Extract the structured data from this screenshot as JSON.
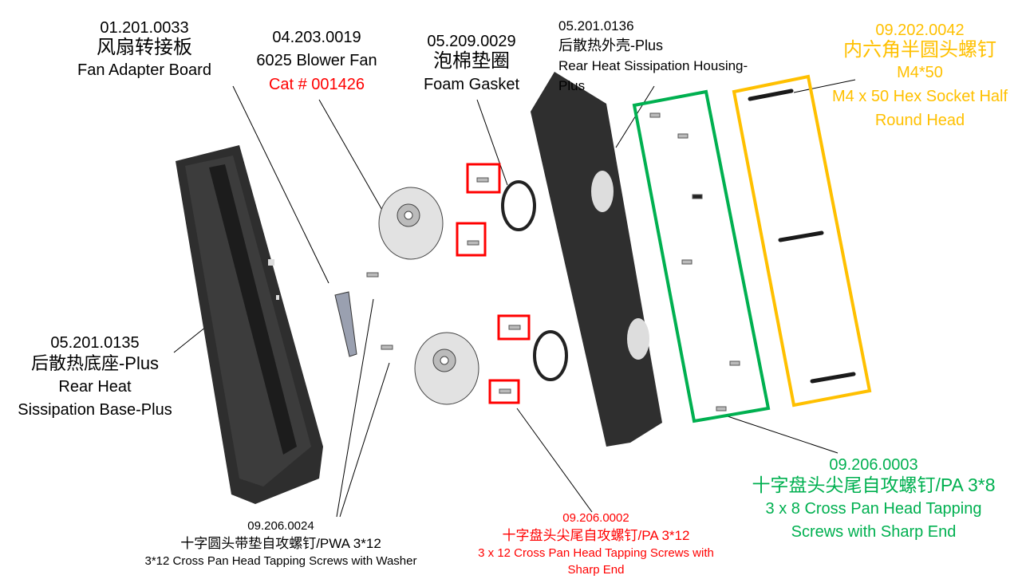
{
  "colors": {
    "red": "#FF0000",
    "orange": "#FFC000",
    "green": "#00B050",
    "part": "#2b2b2b"
  },
  "labels": {
    "fan_adapter_board": {
      "code": "01.201.0033",
      "cn": "风扇转接板",
      "en": "Fan Adapter Board"
    },
    "blower_fan": {
      "code": "04.203.0019",
      "en": "6025 Blower Fan",
      "cat": "Cat # 001426"
    },
    "foam_gasket": {
      "code": "05.209.0029",
      "cn": "泡棉垫圈",
      "en": "Foam Gasket"
    },
    "housing": {
      "code": "05.201.0136",
      "cn": "后散热外壳-Plus",
      "en1": "Rear Heat Sissipation Housing-",
      "en2": "Plus"
    },
    "hex_screw": {
      "code": "09.202.0042",
      "cn": "内六角半圆头螺钉",
      "spec": "M4*50",
      "en1": "M4 x 50 Hex Socket  Half",
      "en2": "Round Head"
    },
    "base": {
      "code": "05.201.0135",
      "cn": "后散热底座-Plus",
      "en1": "Rear Heat",
      "en2": "Sissipation Base-Plus"
    },
    "pa38_screw": {
      "code": "09.206.0003",
      "cn": "十字盘头尖尾自攻螺钉/PA 3*8",
      "en1": "3 x 8 Cross Pan Head Tapping",
      "en2": "Screws with Sharp End"
    },
    "pwa_screw": {
      "code": "09.206.0024",
      "cn": "十字圆头带垫自攻螺钉/PWA 3*12",
      "en": "3*12 Cross Pan Head Tapping Screws with Washer"
    },
    "pa312_screw": {
      "code": "09.206.0002",
      "cn": "十字盘头尖尾自攻螺钉/PA 3*12",
      "en1": "3 x 12 Cross Pan Head Tapping Screws with",
      "en2": "Sharp End"
    }
  }
}
